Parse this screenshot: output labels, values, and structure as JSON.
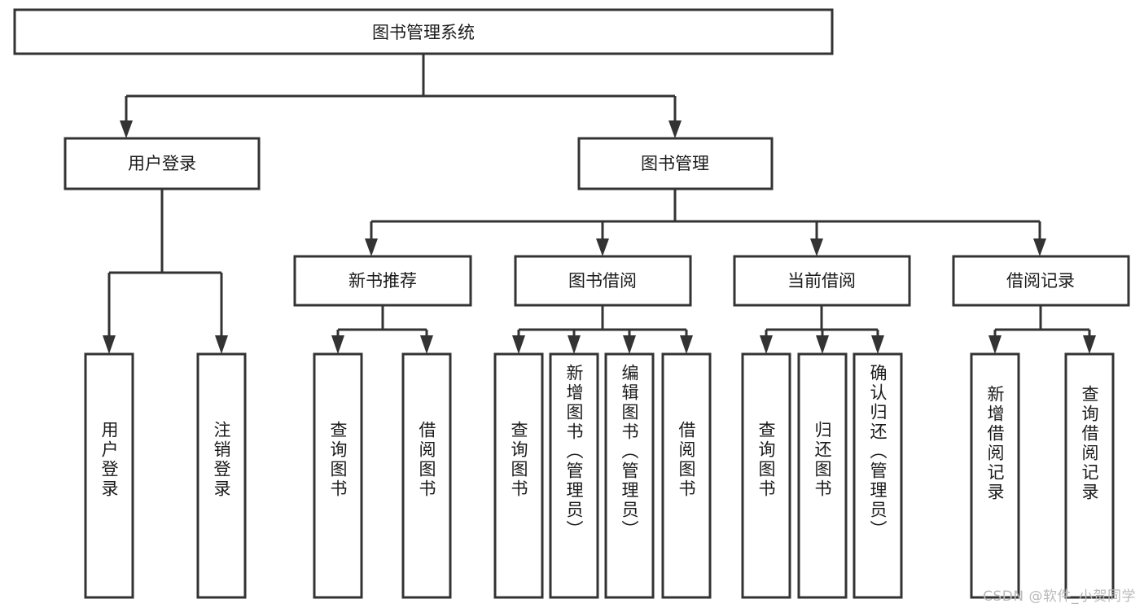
{
  "diagram": {
    "type": "tree-hierarchy-chart",
    "title": "图书管理系统",
    "watermark": "CSDN @软件_小贺同学",
    "colors": {
      "stroke": "#333333",
      "fill": "#ffffff",
      "text": "#1a1a1a",
      "watermark": "#b9b9b9"
    },
    "root": {
      "label": "图书管理系统"
    },
    "level2": [
      {
        "label": "用户登录"
      },
      {
        "label": "图书管理"
      }
    ],
    "level3": [
      {
        "label": "新书推荐"
      },
      {
        "label": "图书借阅"
      },
      {
        "label": "当前借阅"
      },
      {
        "label": "借阅记录"
      }
    ],
    "leaves": {
      "user_login": [
        {
          "label": "用户登录"
        },
        {
          "label": "注销登录"
        }
      ],
      "new_book_recommend": [
        {
          "label": "查询图书"
        },
        {
          "label": "借阅图书"
        }
      ],
      "book_borrow": [
        {
          "label": "查询图书"
        },
        {
          "label": "新增图书（管理员）"
        },
        {
          "label": "编辑图书（管理员）"
        },
        {
          "label": "借阅图书"
        }
      ],
      "current_borrow": [
        {
          "label": "查询图书"
        },
        {
          "label": "归还图书"
        },
        {
          "label": "确认归还（管理员）"
        }
      ],
      "borrow_record": [
        {
          "label": "新增借阅记录"
        },
        {
          "label": "查询借阅记录"
        }
      ]
    }
  }
}
